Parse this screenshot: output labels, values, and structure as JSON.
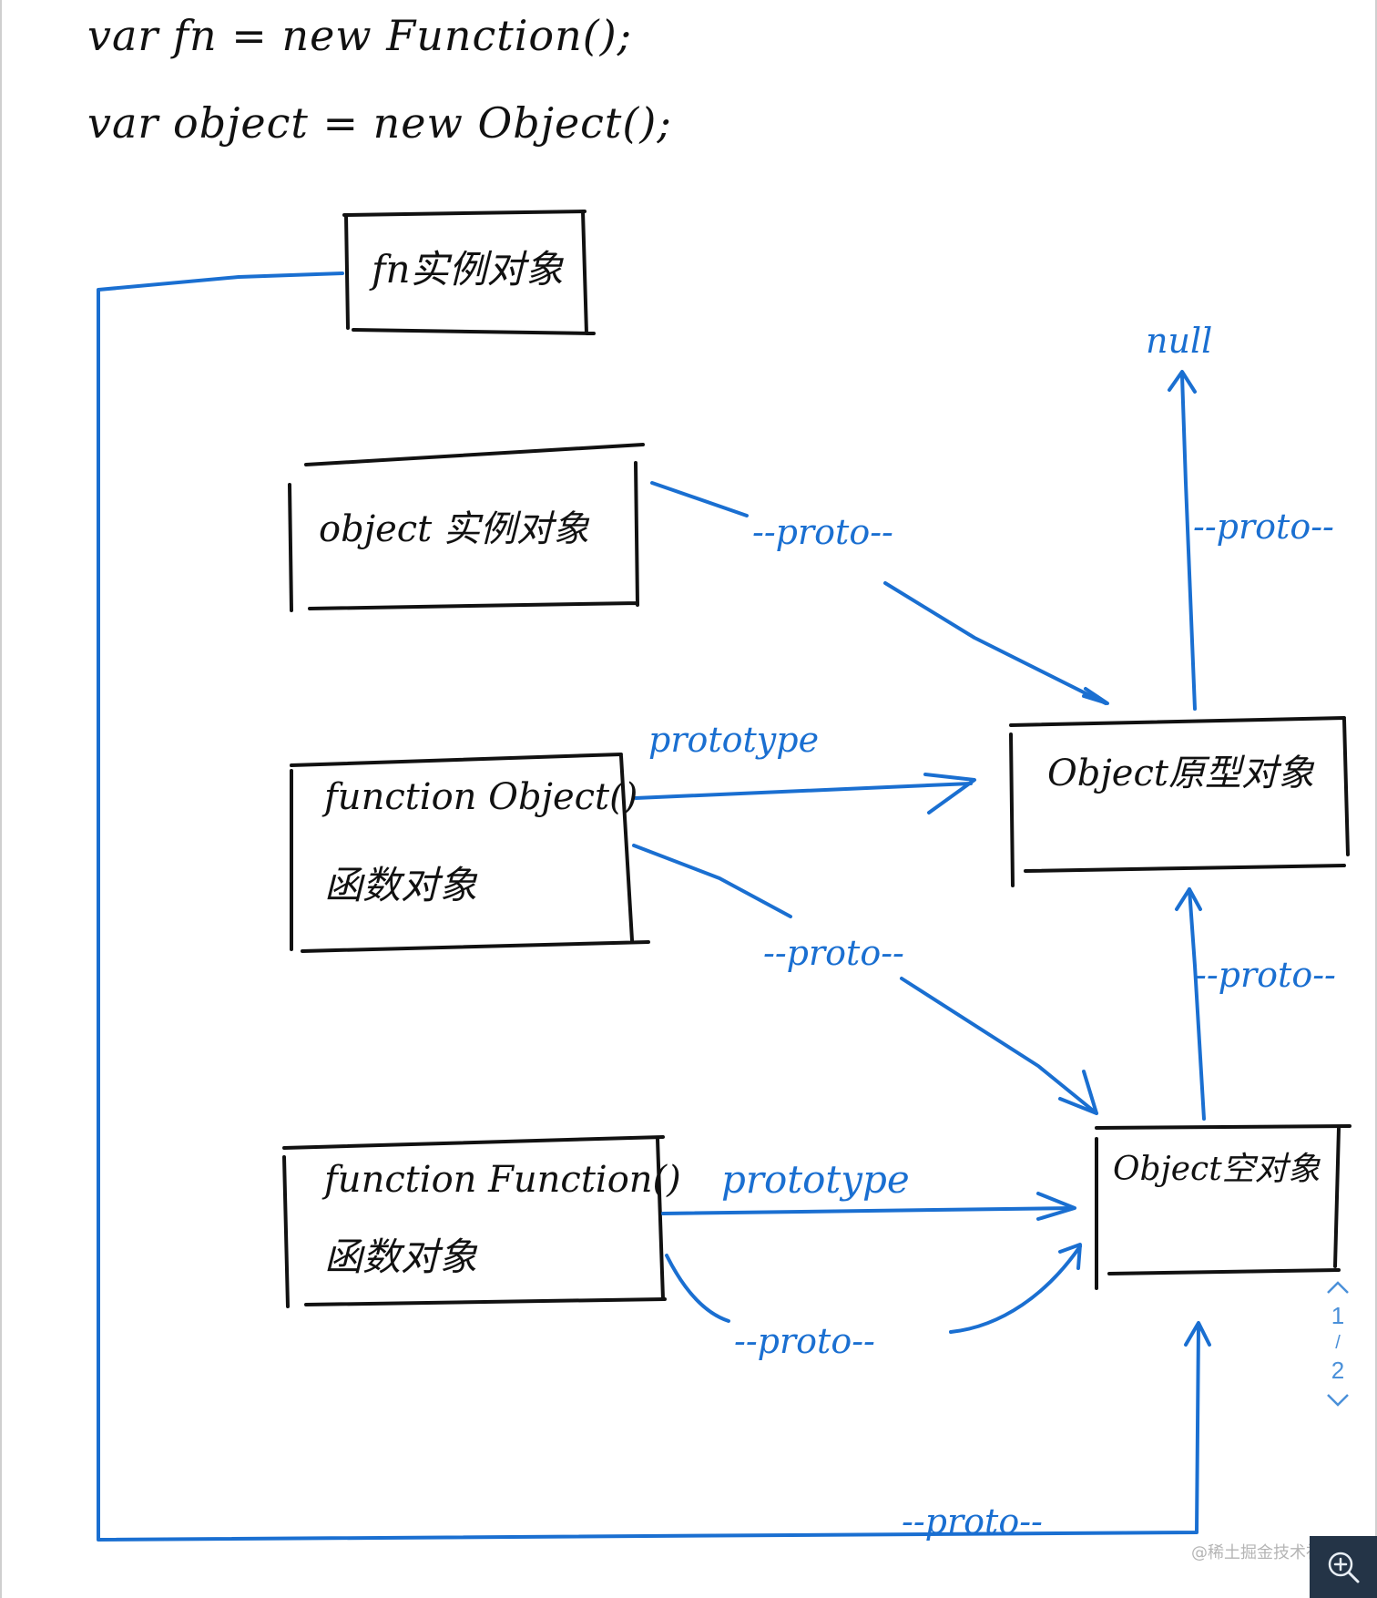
{
  "code": {
    "line1": "var fn = new Function();",
    "line2": "var object = new Object();"
  },
  "boxes": {
    "fn_instance": "fn实例对象",
    "object_instance": "object 实例对象",
    "object_function_line1": "function Object()",
    "object_function_line2": "函数对象",
    "object_prototype": "Object原型对象",
    "function_function_line1": "function Function()",
    "function_function_line2": "函数对象",
    "object_empty": "Object空对象"
  },
  "labels": {
    "null": "null",
    "proto": "--proto--",
    "prototype": "prototype"
  },
  "pager": {
    "current": "1",
    "total": "2",
    "up_icon": "chevron-up-icon",
    "down_icon": "chevron-down-icon"
  },
  "watermark": "@稀土掘金技术社区",
  "zoom_icon": "zoom-in-icon",
  "colors": {
    "ink": "#111111",
    "blue": "#1a6fd1",
    "pager": "#4a90d9",
    "zoom_bg": "#243447"
  }
}
